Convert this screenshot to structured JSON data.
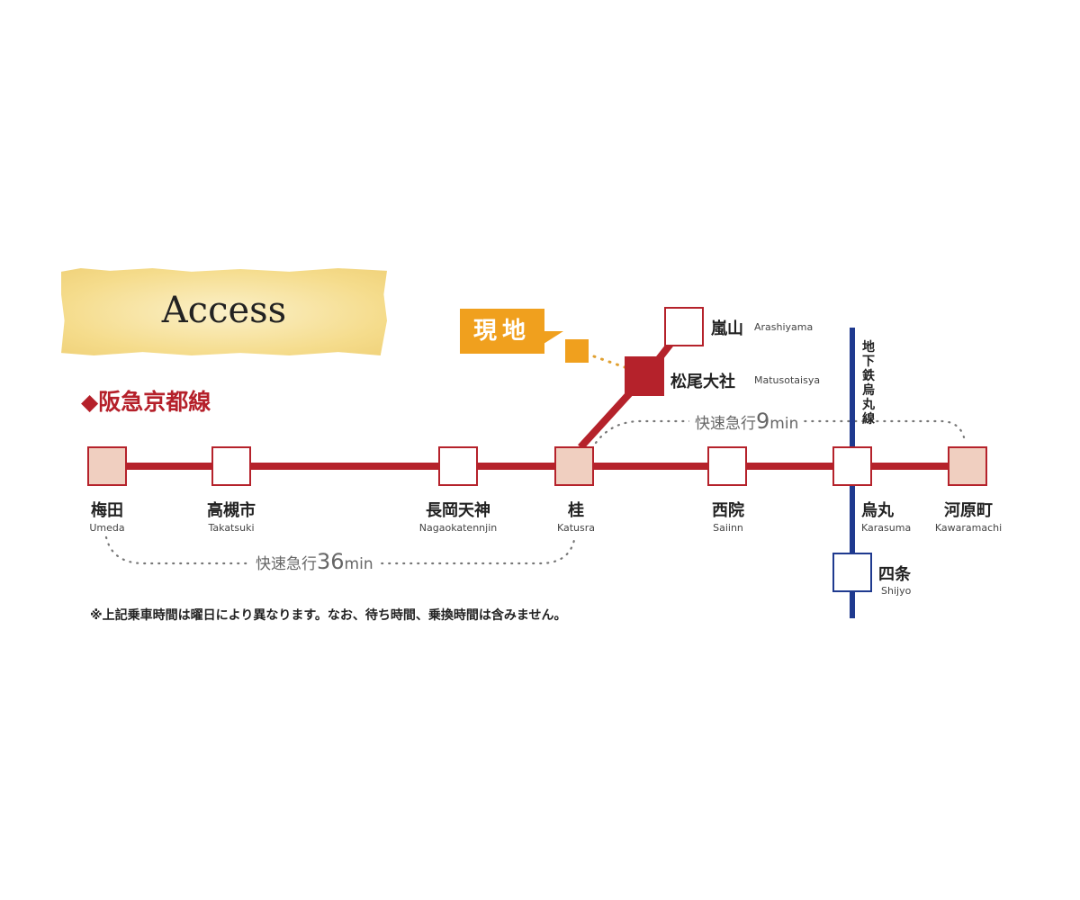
{
  "header": {
    "title": "Access"
  },
  "line": {
    "name": "◆阪急京都線",
    "color": "#b5222b"
  },
  "subway": {
    "name": "地下鉄烏丸線",
    "color": "#1f3a8f"
  },
  "current_location": {
    "label": "現地",
    "color": "#f0a01e"
  },
  "stations": {
    "umeda": {
      "jp": "梅田",
      "en": "Umeda"
    },
    "takatsuki": {
      "jp": "高槻市",
      "en": "Takatsuki"
    },
    "nagaoka": {
      "jp": "長岡天神",
      "en": "Nagaokatennjin"
    },
    "katsura": {
      "jp": "桂",
      "en": "Katusra"
    },
    "saiin": {
      "jp": "西院",
      "en": "Saiinn"
    },
    "karasuma": {
      "jp": "烏丸",
      "en": "Karasuma"
    },
    "kawaramachi": {
      "jp": "河原町",
      "en": "Kawaramachi"
    },
    "arashiyama": {
      "jp": "嵐山",
      "en": "Arashiyama"
    },
    "matsuo": {
      "jp": "松尾大社",
      "en": "Matusotaisya"
    },
    "shijo": {
      "jp": "四条",
      "en": "Shijyo"
    }
  },
  "times": {
    "umeda_katsura": {
      "prefix": "快速急行",
      "value": "36",
      "unit": "min"
    },
    "katsura_kawaramachi": {
      "prefix": "快速急行",
      "value": "9",
      "unit": "min"
    }
  },
  "note": "※上記乗車時間は曜日により異なります。なお、待ち時間、乗換時間は含みません。"
}
